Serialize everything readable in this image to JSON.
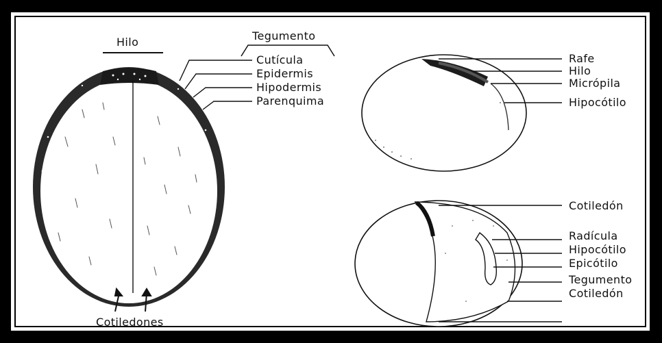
{
  "left_section": {
    "hilo": "Hilo",
    "tegumento_header": "Tegumento",
    "layers": [
      "Cutícula",
      "Epidermis",
      "Hipodermis",
      "Parenquima"
    ],
    "cotiledones": "Cotiledones"
  },
  "right_top_section": {
    "labels": [
      "Rafe",
      "Hilo",
      "Micrópila",
      "Hipocótilo"
    ]
  },
  "right_bottom_section": {
    "labels": [
      "Cotiledón",
      "Radícula",
      "Hipocótilo",
      "Epicótilo",
      "Tegumento",
      "Cotiledón"
    ]
  },
  "colors": {
    "frame": "#000000",
    "paper": "#ffffff",
    "ink": "#111111"
  }
}
